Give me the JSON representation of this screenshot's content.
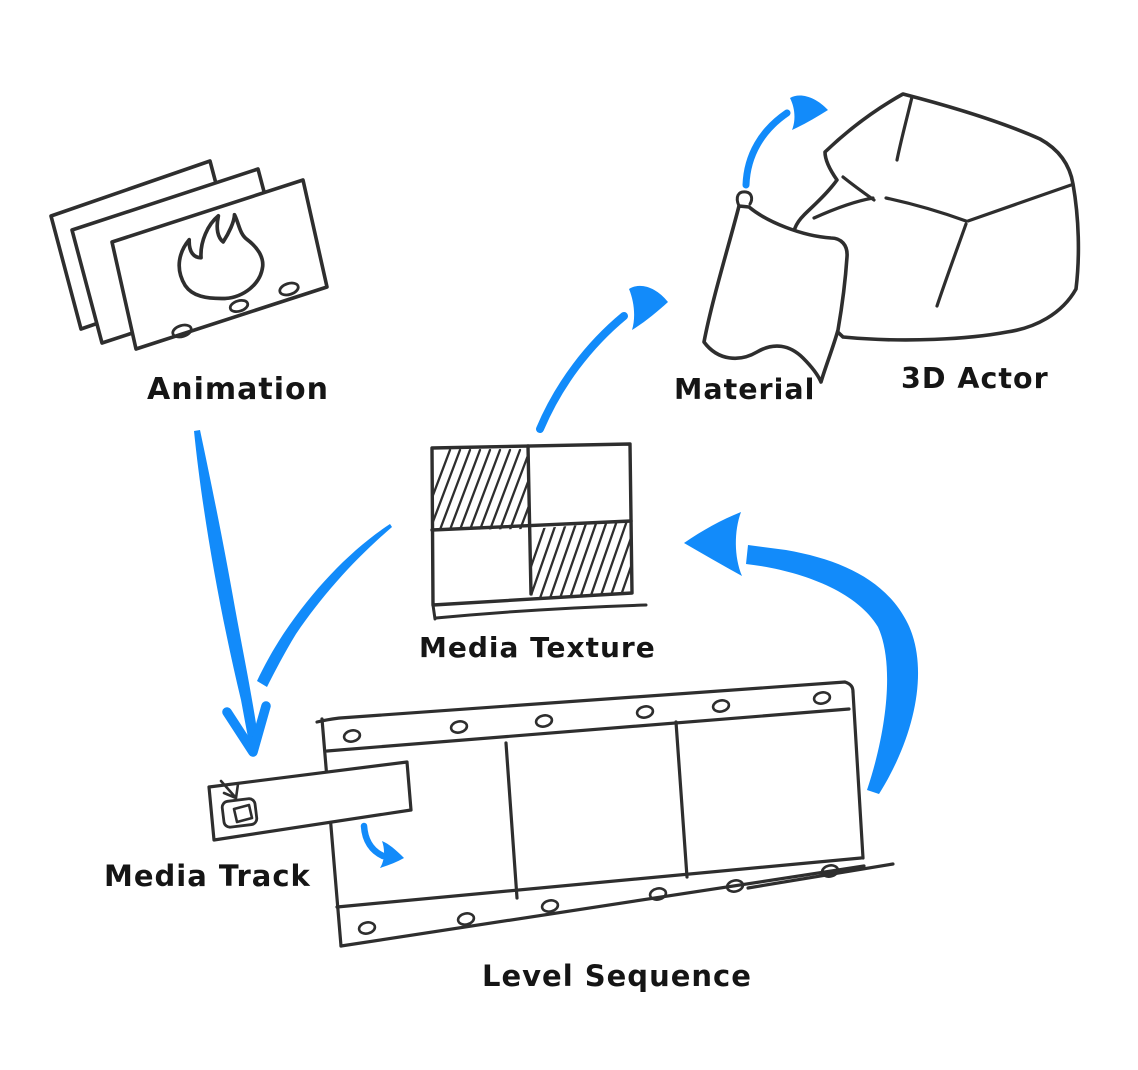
{
  "labels": {
    "animation": "Animation",
    "material": "Material",
    "actor_3d": "3D Actor",
    "media_texture": "Media Texture",
    "media_track": "Media Track",
    "level_sequence": "Level Sequence"
  },
  "colors": {
    "arrow_blue": "#128bfa",
    "ink": "#2e2e2e"
  },
  "arrows": [
    {
      "id": "animation-to-media-track",
      "from": "Animation",
      "to": "Media Track"
    },
    {
      "id": "media-texture-branch",
      "from": "Media Texture",
      "to": "Media Track"
    },
    {
      "id": "media-track-into-sequence",
      "from": "Media Track",
      "to": "Level Sequence"
    },
    {
      "id": "level-sequence-to-media-texture",
      "from": "Level Sequence",
      "to": "Media Texture"
    },
    {
      "id": "media-texture-to-material",
      "from": "Media Texture",
      "to": "Material"
    },
    {
      "id": "material-to-3d-actor",
      "from": "Material",
      "to": "3D Actor"
    }
  ]
}
